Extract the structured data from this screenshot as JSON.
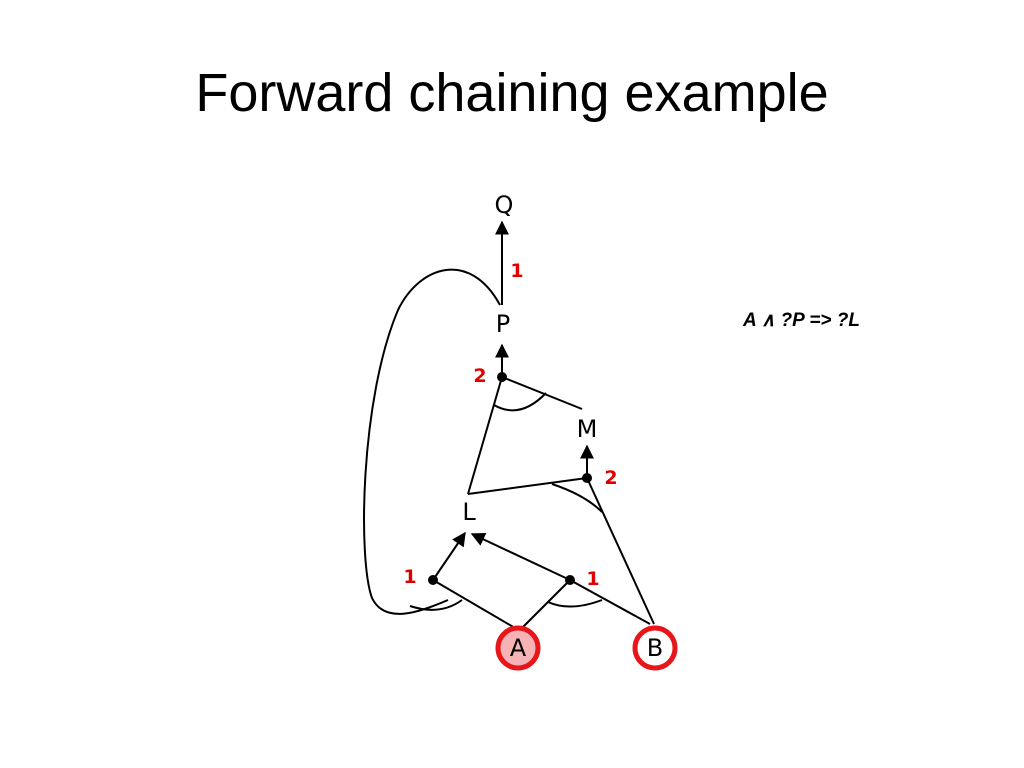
{
  "slide": {
    "title": "Forward chaining example",
    "rule": "A ∧ ?P => ?L"
  },
  "diagram": {
    "nodes": {
      "q": "Q",
      "p": "P",
      "m": "M",
      "l": "L",
      "a": "A",
      "b": "B"
    },
    "counts": {
      "q_rule": "1",
      "p_rule": "2",
      "m_rule": "2",
      "l_rule_a": "1",
      "l_rule_b": "1"
    },
    "known_facts": [
      "A",
      "B"
    ],
    "inferred_facts": [
      "A"
    ],
    "colors": {
      "count": "#e00000",
      "fact_ring": "#e8161b",
      "inferred_fill": "#f5b3b5",
      "line": "#000000"
    }
  }
}
